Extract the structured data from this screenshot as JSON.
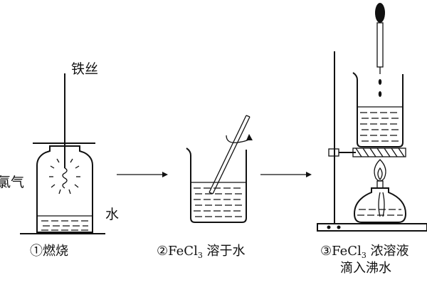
{
  "labels": {
    "iron_wire": "铁丝",
    "oxygen_partial": "氯气",
    "water": "水"
  },
  "steps": [
    {
      "num": "①",
      "text": "燃烧"
    },
    {
      "num": "②",
      "text_pre": "FeCl",
      "sub": "3",
      "text_post": " 溶于水"
    },
    {
      "num": "③",
      "text_pre": "FeCl",
      "sub": "3",
      "text_post": " 浓溶液",
      "line2": "滴入沸水"
    }
  ]
}
